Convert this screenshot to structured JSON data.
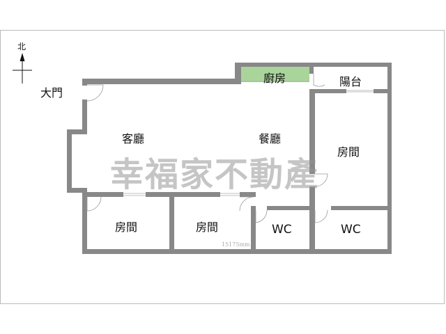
{
  "compass": {
    "label": "北"
  },
  "labels": {
    "entrance": "大門",
    "kitchen": "廚房",
    "balcony": "陽台",
    "living_room": "客廳",
    "dining_room": "餐廳",
    "bedroom_east": "房間",
    "bedroom_sw": "房間",
    "bedroom_s": "房間",
    "wc_1": "WC",
    "wc_2": "WC"
  },
  "watermark": "幸福家不動產",
  "scale_text": "15175mm",
  "colors": {
    "wall": "#888888",
    "kitchen_fill": "#a9d59a",
    "border": "#bbbbbb"
  }
}
